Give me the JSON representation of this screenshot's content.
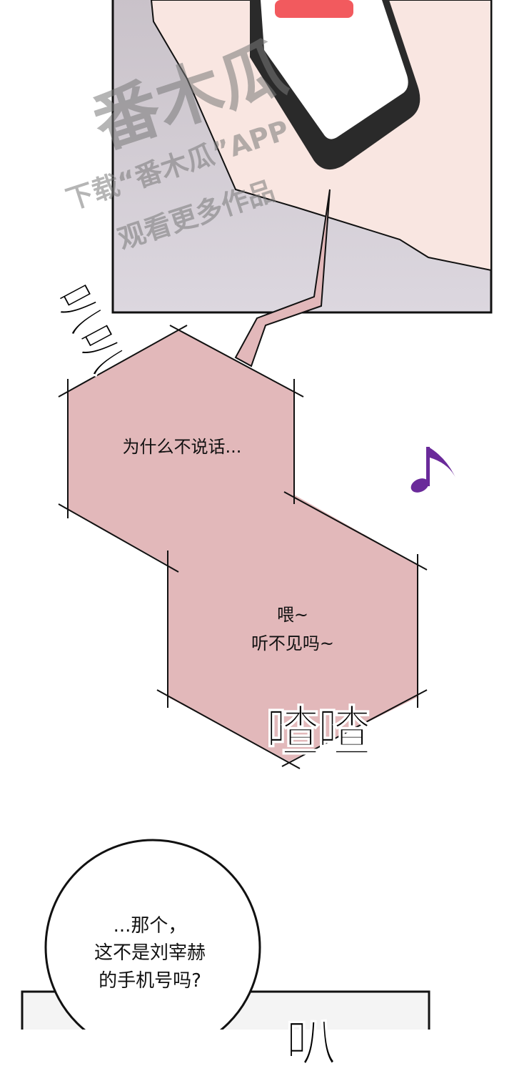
{
  "watermark": {
    "logo": "番木瓜",
    "line1": "下载“番木瓜”APP",
    "line2": "观看更多作品"
  },
  "speech": {
    "hex_top": "为什么不说话...",
    "hex_bottom_line1": "喂~",
    "hex_bottom_line2": "听不见吗~",
    "round_line1": "...那个，",
    "round_line2": "这不是刘宰赫",
    "round_line3": "的手机号吗?"
  },
  "sfx": {
    "ring": "叭叭",
    "chatter": "喳喳",
    "bottom": "叭"
  },
  "colors": {
    "bubble_pink": "#e2b8ba",
    "note_purple": "#6a2a9a",
    "panel_gray": "#cdc6d0",
    "skin": "#f9e6e1",
    "phone_red": "#f25a5e"
  }
}
